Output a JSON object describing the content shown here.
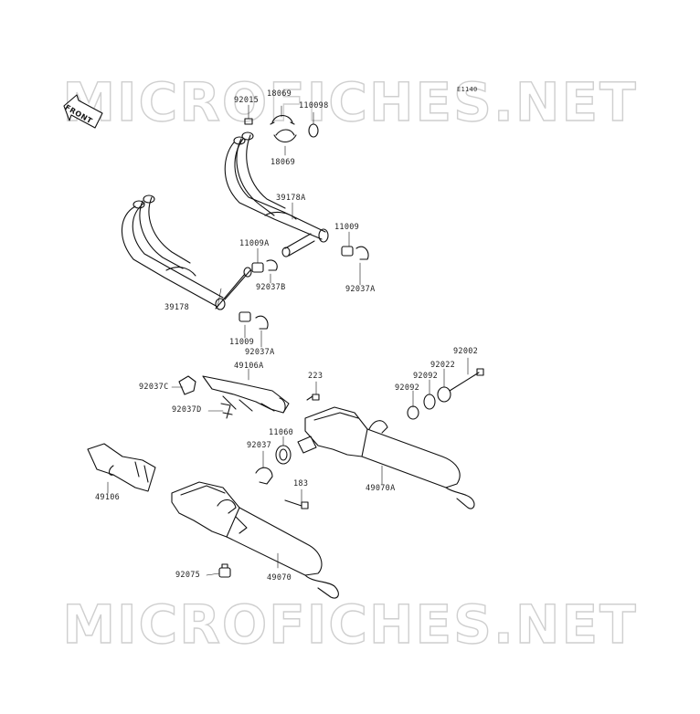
{
  "watermark": "MICROFICHES.NET",
  "diagram_code": "E1140",
  "front_label": "FRONT",
  "part_labels": [
    {
      "id": "92015",
      "text": "92015"
    },
    {
      "id": "18069a",
      "text": "18069"
    },
    {
      "id": "110098",
      "text": "110098"
    },
    {
      "id": "18069b",
      "text": "18069"
    },
    {
      "id": "39178A",
      "text": "39178A"
    },
    {
      "id": "11009a",
      "text": "11009"
    },
    {
      "id": "11009A",
      "text": "11009A"
    },
    {
      "id": "92037B",
      "text": "92037B"
    },
    {
      "id": "92037A-top",
      "text": "92037A"
    },
    {
      "id": "39178",
      "text": "39178"
    },
    {
      "id": "11009b",
      "text": "11009"
    },
    {
      "id": "92037A-bot",
      "text": "92037A"
    },
    {
      "id": "49106A",
      "text": "49106A"
    },
    {
      "id": "92037C",
      "text": "92037C"
    },
    {
      "id": "92037D",
      "text": "92037D"
    },
    {
      "id": "223",
      "text": "223"
    },
    {
      "id": "92002",
      "text": "92002"
    },
    {
      "id": "92022",
      "text": "92022"
    },
    {
      "id": "92092a",
      "text": "92092"
    },
    {
      "id": "92092b",
      "text": "92092"
    },
    {
      "id": "11060",
      "text": "11060"
    },
    {
      "id": "92037",
      "text": "92037"
    },
    {
      "id": "49070A",
      "text": "49070A"
    },
    {
      "id": "183",
      "text": "183"
    },
    {
      "id": "49106",
      "text": "49106"
    },
    {
      "id": "92075",
      "text": "92075"
    },
    {
      "id": "49070",
      "text": "49070"
    }
  ]
}
